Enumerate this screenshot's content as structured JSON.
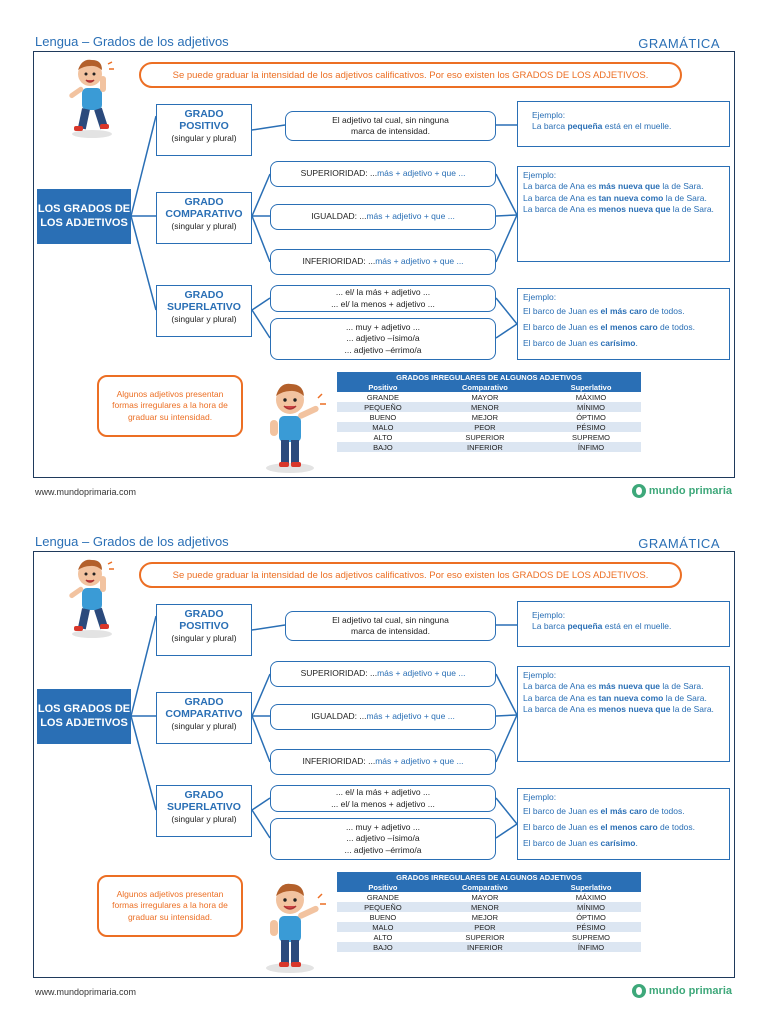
{
  "header": {
    "left": "Lengua – Grados de los adjetivos",
    "right": "GRAMÁTICA"
  },
  "intro": "Se puede graduar la intensidad de los adjetivos calificativos. Por eso existen los GRADOS DE LOS ADJETIVOS.",
  "main_title": "LOS GRADOS DE LOS ADJETIVOS",
  "grades": {
    "positivo": {
      "title_1": "GRADO",
      "title_2": "POSITIVO",
      "sub": "(singular y plural)"
    },
    "comparativo": {
      "title_1": "GRADO",
      "title_2": "COMPARATIVO",
      "sub": "(singular y plural)"
    },
    "superlativo": {
      "title_1": "GRADO",
      "title_2": "SUPERLATIVO",
      "sub": "(singular y plural)"
    }
  },
  "positivo_rule": {
    "line1": "El adjetivo tal cual, sin ninguna",
    "line2": "marca de intensidad."
  },
  "comparativo_rules": {
    "superioridad": {
      "label": "SUPERIORIDAD: ...",
      "formula": " más + adjetivo + que ..."
    },
    "igualdad": {
      "label": "IGUALDAD: ...",
      "formula": " más + adjetivo + que ..."
    },
    "inferioridad": {
      "label": "INFERIORIDAD: ...",
      "formula": " más + adjetivo + que ..."
    }
  },
  "superlativo_rules": {
    "a1": "... el/ la más + adjetivo ...",
    "a2": "... el/ la menos + adjetivo ...",
    "b1": "... muy + adjetivo ...",
    "b2": "... adjetivo –ísimo/a",
    "b3": "... adjetivo –érrimo/a"
  },
  "example_positivo": {
    "head": "Ejemplo:",
    "pre": "La barca ",
    "strong": "pequeña",
    "post": " está en el muelle."
  },
  "example_comparativo": {
    "head": "Ejemplo:",
    "l1_pre": "La barca de Ana es ",
    "l1_strong": "más nueva que",
    "l1_post": " la de Sara.",
    "l2_pre": "La barca de Ana es ",
    "l2_strong": "tan nueva como",
    "l2_post": " la de Sara.",
    "l3_pre": "La barca de Ana es ",
    "l3_strong": "menos nueva que",
    "l3_post": " la de Sara."
  },
  "example_superlativo": {
    "head": "Ejemplo:",
    "l1_pre": "El barco de Juan es ",
    "l1_strong": "el más caro",
    "l1_post": " de todos.",
    "l2_pre": "El barco de Juan es ",
    "l2_strong": "el menos caro",
    "l2_post": " de todos.",
    "l3_pre": "El barco de Juan es ",
    "l3_strong": "carísimo",
    "l3_post": "."
  },
  "irregular_note": "Algunos adjetivos presentan formas irregulares a la hora de graduar su intensidad.",
  "table": {
    "caption": "GRADOS IRREGULARES DE ALGUNOS ADJETIVOS",
    "headers": [
      "Positivo",
      "Comparativo",
      "Superlativo"
    ],
    "rows": [
      [
        "GRANDE",
        "MAYOR",
        "MÁXIMO"
      ],
      [
        "PEQUEÑO",
        "MENOR",
        "MÍNIMO"
      ],
      [
        "BUENO",
        "MEJOR",
        "ÓPTIMO"
      ],
      [
        "MALO",
        "PEOR",
        "PÉSIMO"
      ],
      [
        "ALTO",
        "SUPERIOR",
        "SUPREMO"
      ],
      [
        "BAJO",
        "INFERIOR",
        "ÍNFIMO"
      ]
    ]
  },
  "footer": {
    "url": "www.mundoprimaria.com",
    "logo": "mundo primaria"
  },
  "colors": {
    "blue": "#2a6fb5",
    "orange": "#ec6f24",
    "navy": "#1f3a5c",
    "green": "#3ea87a"
  }
}
